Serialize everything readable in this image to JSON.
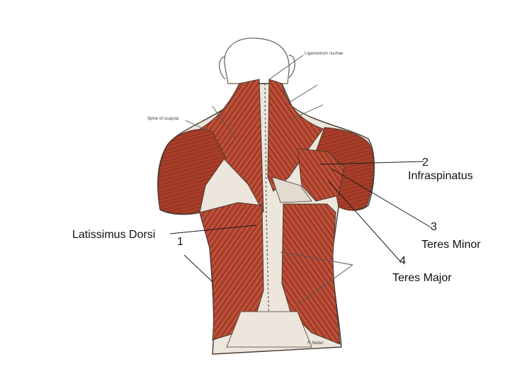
{
  "figure": {
    "printed_labels": {
      "ligamentum": "Ligamentum nuchae",
      "spine_scapula": "Spine of scapula",
      "signature": "F. Netter"
    },
    "labels": [
      {
        "number": "1",
        "name": "Latissimus Dorsi"
      },
      {
        "number": "2",
        "name": "Infraspinatus"
      },
      {
        "number": "3",
        "name": "Teres Minor"
      },
      {
        "number": "4",
        "name": "Teres Major"
      }
    ],
    "colors": {
      "muscle": "#b2452f",
      "muscle_dark": "#7a2618",
      "tendon": "#ece6dc",
      "outline": "#4a3a30",
      "leader": "#1a1a1a"
    }
  }
}
